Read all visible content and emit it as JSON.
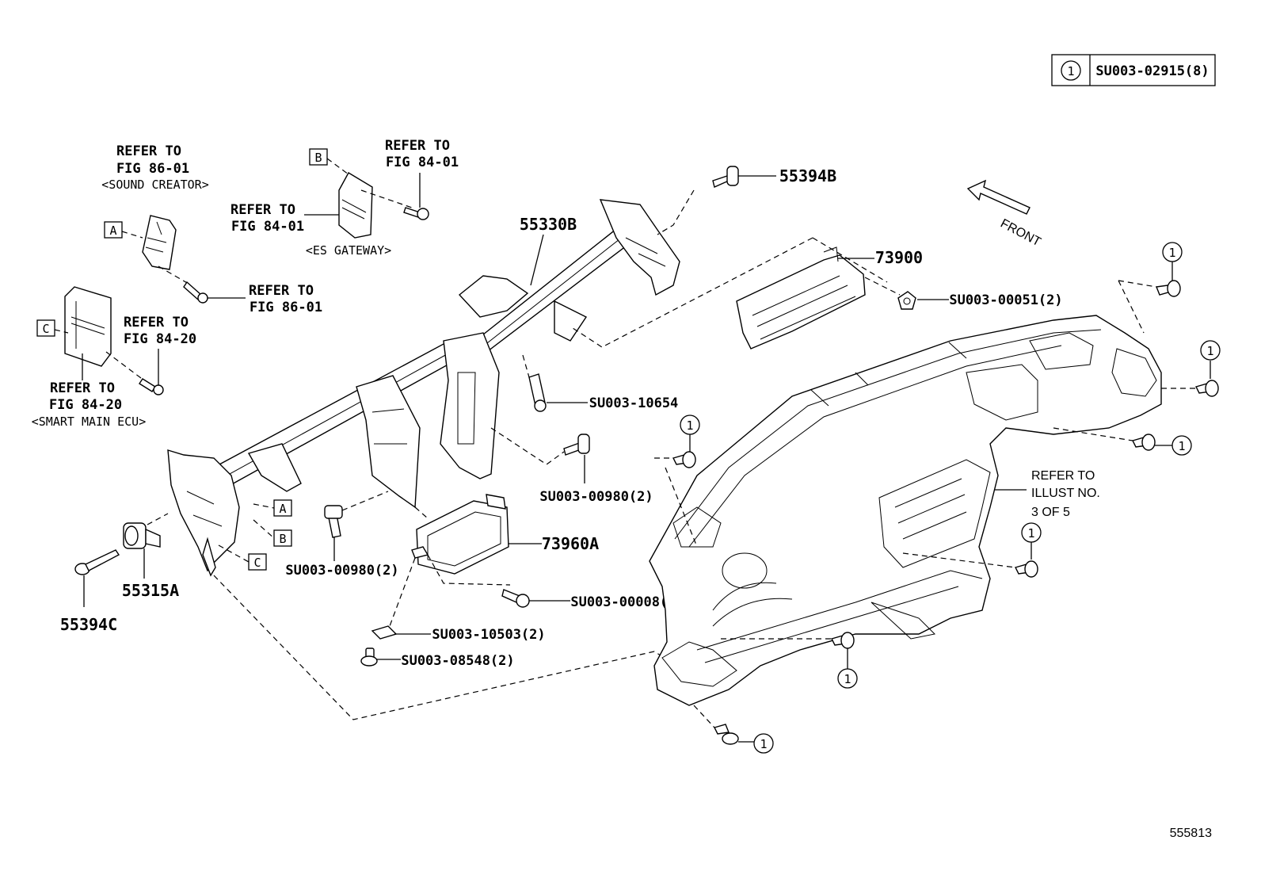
{
  "legend": {
    "marker": "1",
    "part": "SU003-02915(8)"
  },
  "labels": {
    "refer_sound_1": "REFER TO",
    "refer_sound_2": "FIG 86-01",
    "refer_sound_3": "<SOUND CREATOR>",
    "refer_es_1": "REFER TO",
    "refer_es_2": "FIG 84-01",
    "refer_es_3": "<ES GATEWAY>",
    "refer_es_bolt_1": "REFER TO",
    "refer_es_bolt_2": "FIG 84-01",
    "refer_sound_bolt_1": "REFER TO",
    "refer_sound_bolt_2": "FIG 86-01",
    "refer_smart_bolt_1": "REFER TO",
    "refer_smart_bolt_2": "FIG 84-20",
    "refer_smart_1": "REFER TO",
    "refer_smart_2": "FIG 84-20",
    "refer_smart_3": "<SMART MAIN ECU>",
    "refer_illust_1": "REFER TO",
    "refer_illust_2": "ILLUST NO.",
    "refer_illust_3": "3 OF 5",
    "front": "FRONT",
    "box_a": "A",
    "box_b": "B",
    "box_c": "C"
  },
  "parts": {
    "p55394B": "55394B",
    "p55330B": "55330B",
    "p73900": "73900",
    "p73960A": "73960A",
    "p55315A": "55315A",
    "p55394C": "55394C",
    "su00051": "SU003-00051(2)",
    "su10654": "SU003-10654",
    "su00980_a": "SU003-00980(2)",
    "su00980_b": "SU003-00980(2)",
    "su00008": "SU003-00008(2)",
    "su10503": "SU003-10503(2)",
    "su08548": "SU003-08548(2)"
  },
  "callout_marker": "1",
  "diagram_id": "555813"
}
